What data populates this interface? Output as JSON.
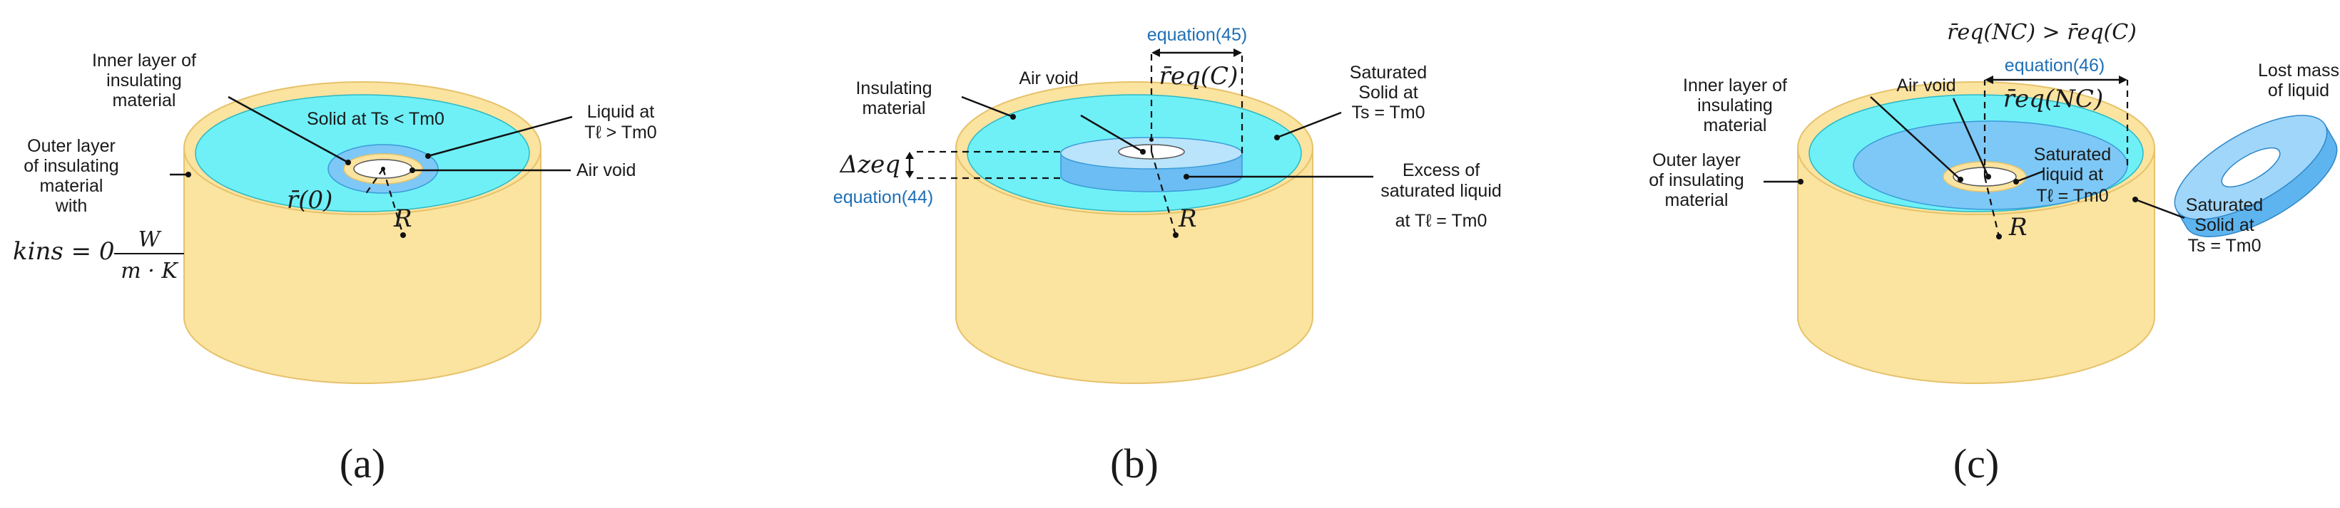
{
  "colors": {
    "insulation": "#fbe3a0",
    "insulation_edge": "#e6c26a",
    "solid": "#6ff0f7",
    "liquid": "#7dc8f6",
    "blue_text": "#1f6fb5"
  },
  "panel_a": {
    "label": "(a)",
    "inner_layer": [
      "Inner layer of",
      "insulating",
      "material"
    ],
    "outer_layer": [
      "Outer layer",
      "of insulating",
      "material",
      "with"
    ],
    "solid": "Solid at Ts < Tm0",
    "liquid": [
      "Liquid at",
      "Tℓ > Tm0"
    ],
    "air_void": "Air void",
    "r0": "r̄(0)",
    "R": "R",
    "kins_lhs": "kins = 0",
    "kins_num": "W",
    "kins_den": "m · K"
  },
  "panel_b": {
    "label": "(b)",
    "insulating": [
      "Insulating",
      "material"
    ],
    "air_void": "Air void",
    "equation45": "equation(45)",
    "req_c": "r̄eq(C)",
    "saturated_solid": [
      "Saturated",
      "Solid at",
      "Ts = Tm0"
    ],
    "delta_z": "Δzeq",
    "equation44": "equation(44)",
    "excess": [
      "Excess of",
      "saturated liquid",
      "at Tℓ = Tm0"
    ],
    "R": "R"
  },
  "panel_c": {
    "label": "(c)",
    "inequality": "r̄eq(NC) > r̄eq(C)",
    "equation46": "equation(46)",
    "req_nc": "r̄eq(NC)",
    "inner_layer": [
      "Inner layer of",
      "insulating",
      "material"
    ],
    "air_void": "Air void",
    "outer_layer": [
      "Outer layer",
      "of insulating",
      "material"
    ],
    "saturated_liquid": [
      "Saturated",
      "liquid at",
      "Tℓ = Tm0"
    ],
    "saturated_solid": [
      "Saturated",
      "Solid at",
      "Ts = Tm0"
    ],
    "lost_mass": [
      "Lost mass",
      "of liquid"
    ],
    "R": "R"
  }
}
